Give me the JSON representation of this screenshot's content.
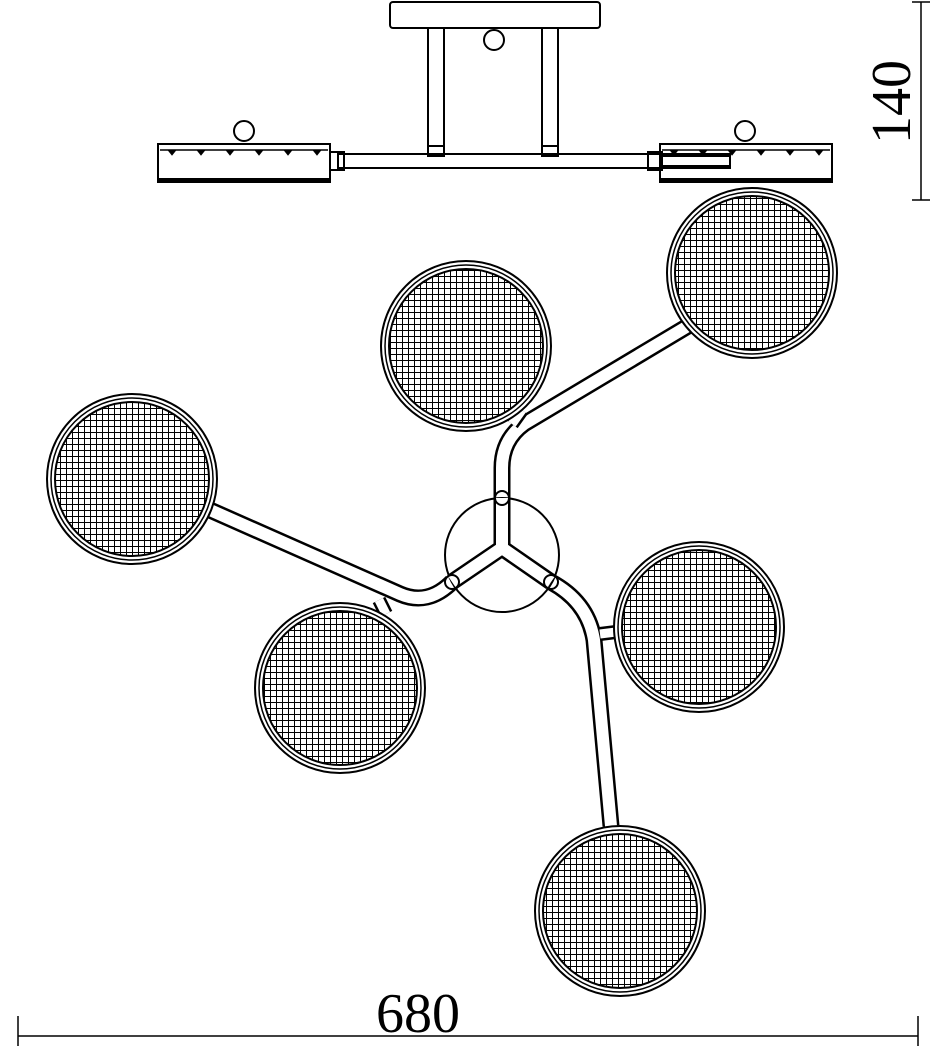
{
  "dimensions": {
    "width_label": "680",
    "height_label": "140"
  },
  "drawing": {
    "views": [
      "side-view",
      "top-view"
    ],
    "shade_count": 6,
    "colors": {
      "line": "#000000",
      "background": "#ffffff",
      "hub_fill": "#ffffff"
    }
  }
}
